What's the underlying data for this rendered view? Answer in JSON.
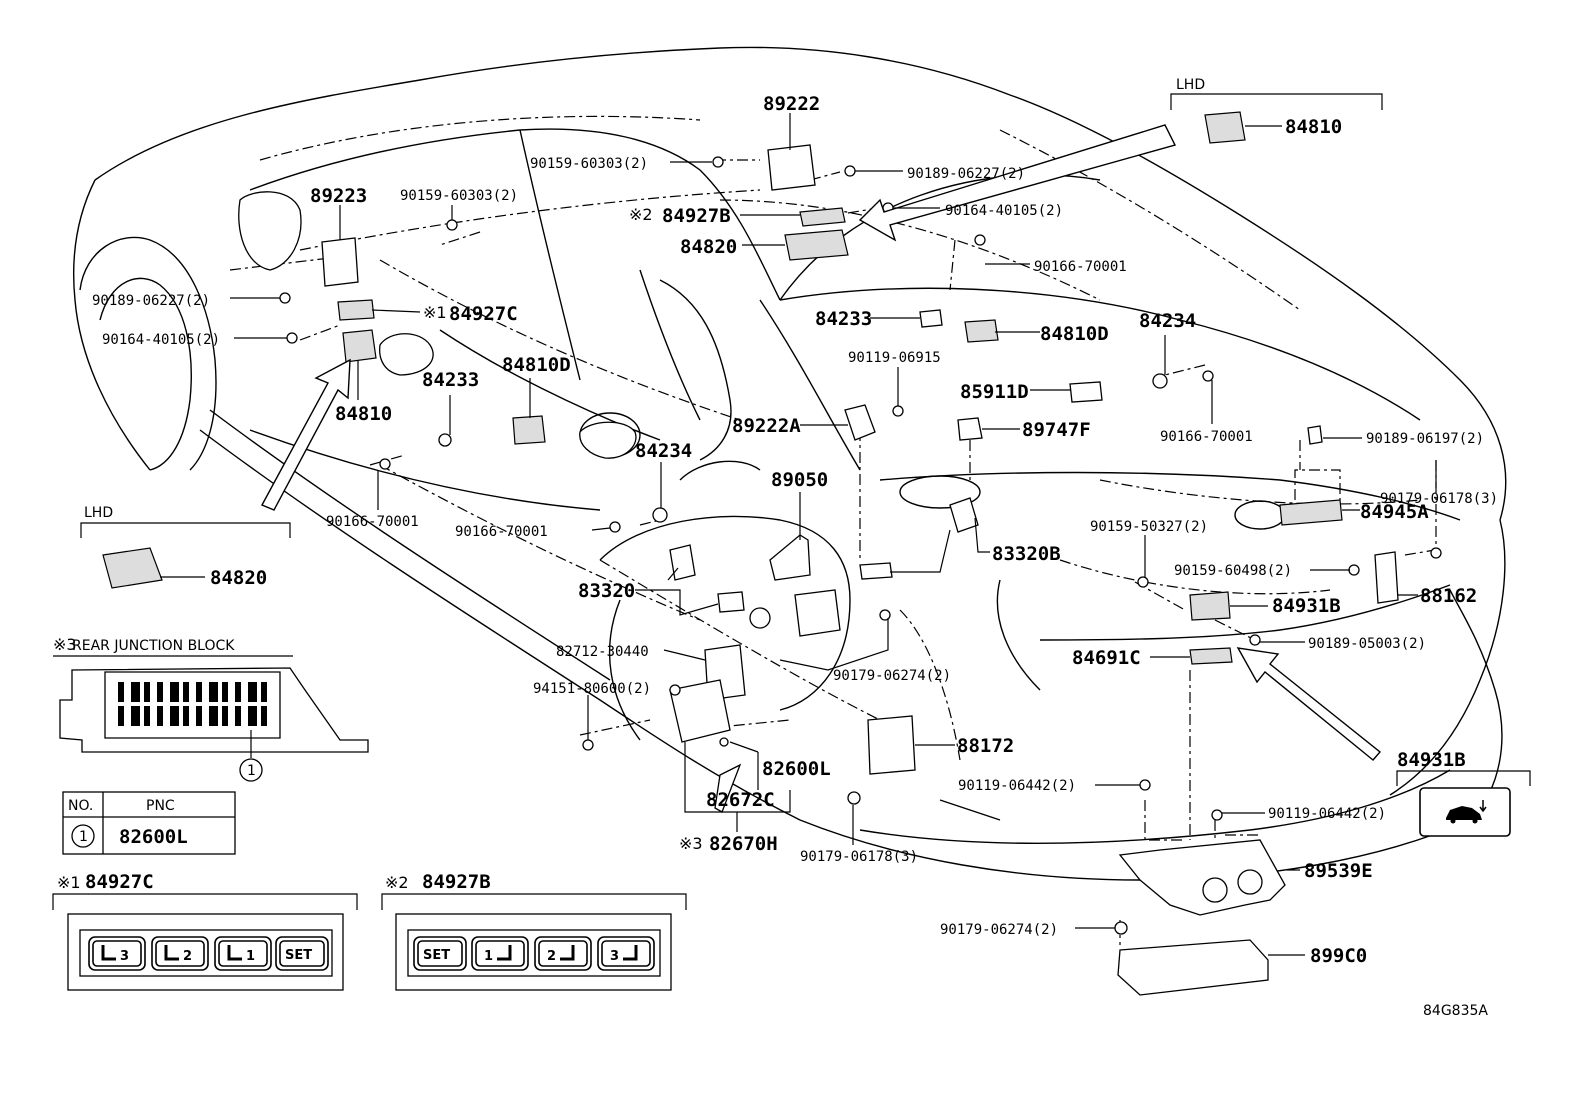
{
  "diagram_id": "84G835A",
  "labels": [
    {
      "key": "p89222",
      "text": "89222"
    },
    {
      "key": "p89223",
      "text": "89223"
    },
    {
      "key": "p90159_60303_top",
      "text": "90159-60303(2)"
    },
    {
      "key": "p90159_60303_left",
      "text": "90159-60303(2)"
    },
    {
      "key": "p90189_06227_top",
      "text": "90189-06227(2)"
    },
    {
      "key": "p90189_06227_left",
      "text": "90189-06227(2)"
    },
    {
      "key": "p84927B",
      "text": "84927B"
    },
    {
      "key": "p90164_40105_top",
      "text": "90164-40105(2)"
    },
    {
      "key": "p90164_40105_left",
      "text": "90164-40105(2)"
    },
    {
      "key": "p84820_top",
      "text": "84820"
    },
    {
      "key": "p84927C",
      "text": "84927C"
    },
    {
      "key": "p84810_left",
      "text": "84810"
    },
    {
      "key": "p84233_left",
      "text": "84233"
    },
    {
      "key": "p84810D_left",
      "text": "84810D"
    },
    {
      "key": "p90166_70001_a",
      "text": "90166-70001"
    },
    {
      "key": "p90166_70001_b",
      "text": "90166-70001"
    },
    {
      "key": "p90166_70001_c",
      "text": "90166-70001"
    },
    {
      "key": "p90166_70001_d",
      "text": "90166-70001"
    },
    {
      "key": "p84234_mid",
      "text": "84234"
    },
    {
      "key": "p84233_mid",
      "text": "84233"
    },
    {
      "key": "p84810D_mid",
      "text": "84810D"
    },
    {
      "key": "p84234_right",
      "text": "84234"
    },
    {
      "key": "p90119_06915",
      "text": "90119-06915"
    },
    {
      "key": "p85911D",
      "text": "85911D"
    },
    {
      "key": "p89222A",
      "text": "89222A"
    },
    {
      "key": "p89747F",
      "text": "89747F"
    },
    {
      "key": "p90189_06197",
      "text": "90189-06197(2)"
    },
    {
      "key": "p90179_06178_r",
      "text": "90179-06178(3)"
    },
    {
      "key": "p84945A",
      "text": "84945A"
    },
    {
      "key": "p89050",
      "text": "89050"
    },
    {
      "key": "p83320B",
      "text": "83320B"
    },
    {
      "key": "p90159_50327",
      "text": "90159-50327(2)"
    },
    {
      "key": "p90159_60498",
      "text": "90159-60498(2)"
    },
    {
      "key": "p88162",
      "text": "88162"
    },
    {
      "key": "p83320",
      "text": "83320"
    },
    {
      "key": "p84931B",
      "text": "84931B"
    },
    {
      "key": "p90189_05003",
      "text": "90189-05003(2)"
    },
    {
      "key": "p82712_30440",
      "text": "82712-30440"
    },
    {
      "key": "p90179_06274_mid",
      "text": "90179-06274(2)"
    },
    {
      "key": "p84691C",
      "text": "84691C"
    },
    {
      "key": "p94151_80600",
      "text": "94151-80600(2)"
    },
    {
      "key": "p88172",
      "text": "88172"
    },
    {
      "key": "p82600L",
      "text": "82600L"
    },
    {
      "key": "p90119_06442_a",
      "text": "90119-06442(2)"
    },
    {
      "key": "p90119_06442_b",
      "text": "90119-06442(2)"
    },
    {
      "key": "p82672C",
      "text": "82672C"
    },
    {
      "key": "p90179_06178_b",
      "text": "90179-06178(3)"
    },
    {
      "key": "p82670H",
      "text": "82670H"
    },
    {
      "key": "p89539E",
      "text": "89539E"
    },
    {
      "key": "p90179_06274_b",
      "text": "90179-06274(2)"
    },
    {
      "key": "p899C0",
      "text": "899C0"
    },
    {
      "key": "p84820_left",
      "text": "84820"
    },
    {
      "key": "p84810_tr",
      "text": "84810"
    }
  ],
  "markers": {
    "m1": "※1",
    "m2": "※2",
    "m3": "※3"
  },
  "lhd_top": "LHD",
  "lhd_left": "LHD",
  "inset_84931B": "84931B",
  "junction_block": {
    "title": "REAR JUNCTION BLOCK",
    "callout": "1"
  },
  "pnc_table": {
    "headers": [
      "NO.",
      "PNC"
    ],
    "rows": [
      {
        "no": "1",
        "pnc": "82600L"
      }
    ]
  },
  "switch_84927C": {
    "title": "84927C",
    "buttons": [
      "3",
      "2",
      "1",
      "SET"
    ]
  },
  "switch_84927B": {
    "title": "84927B",
    "buttons": [
      "SET",
      "1",
      "2",
      "3"
    ]
  }
}
